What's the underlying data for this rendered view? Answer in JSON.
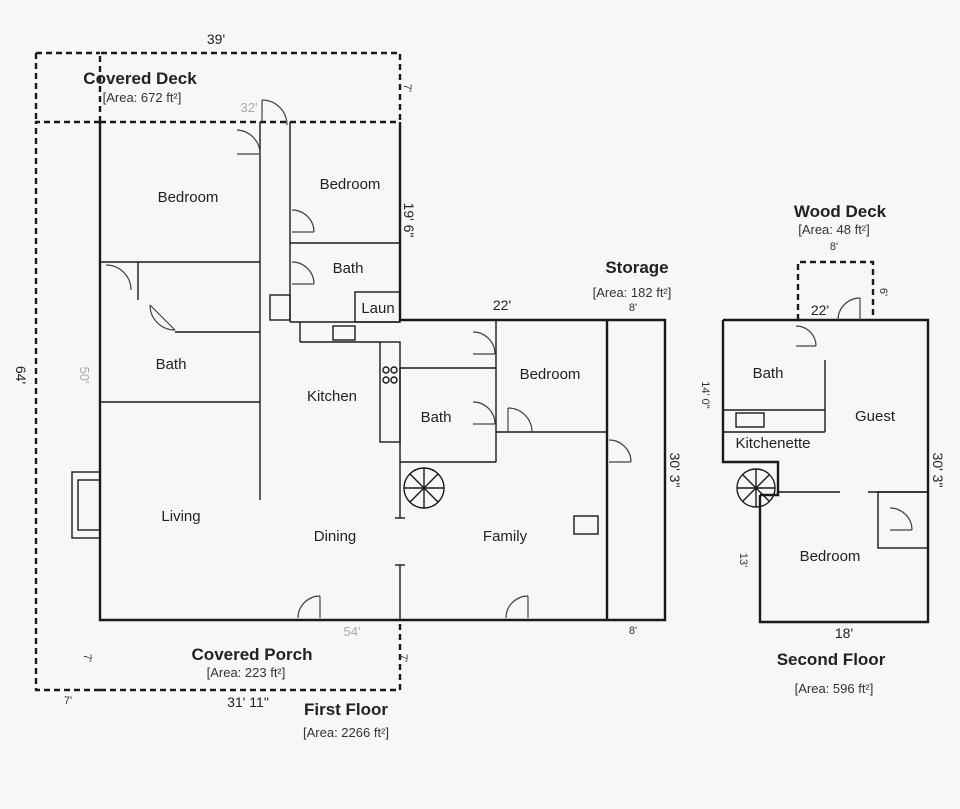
{
  "first_floor": {
    "title": "First Floor",
    "area": "[Area: 2266 ft²]",
    "rooms": {
      "bedroom_nw": "Bedroom",
      "bedroom_n": "Bedroom",
      "bath_n": "Bath",
      "laun": "Laun",
      "bath_w": "Bath",
      "kitchen": "Kitchen",
      "bath_c": "Bath",
      "bedroom_e": "Bedroom",
      "living": "Living",
      "dining": "Dining",
      "family": "Family"
    },
    "dims": {
      "deck_width": "39'",
      "inner_top": "32'",
      "deck_side": "7'",
      "bedroom_height": "19' 6\"",
      "mid_width": "22'",
      "total_height": "64'",
      "left_inner": "50'",
      "east_height": "30' 3\"",
      "porch_width": "31' 11\"",
      "porch_left": "7'",
      "porch_right": "7'",
      "porch_top": "54'",
      "porch_side": "7'",
      "storage_top": "8'",
      "storage_bottom": "8'"
    }
  },
  "covered_deck": {
    "title": "Covered Deck",
    "area": "[Area: 672 ft²]"
  },
  "covered_porch": {
    "title": "Covered Porch",
    "area": "[Area: 223 ft²]"
  },
  "storage": {
    "title": "Storage",
    "area": "[Area: 182 ft²]"
  },
  "wood_deck": {
    "title": "Wood Deck",
    "area": "[Area: 48 ft²]",
    "top": "8'",
    "side": "6'"
  },
  "second_floor": {
    "title": "Second Floor",
    "area": "[Area: 596 ft²]",
    "rooms": {
      "bath": "Bath",
      "kitchenette": "Kitchenette",
      "guest": "Guest",
      "bedroom": "Bedroom"
    },
    "dims": {
      "top": "22'",
      "right": "30' 3\"",
      "bottom": "18'",
      "left_upper": "14' 0\"",
      "left_lower": "13'"
    }
  }
}
